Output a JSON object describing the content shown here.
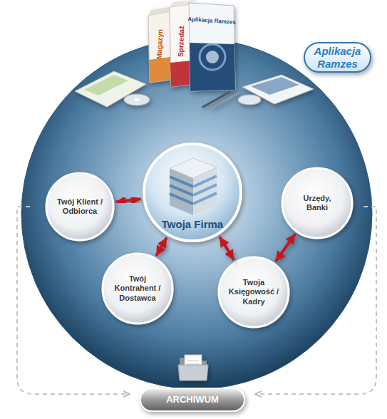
{
  "diagram": {
    "nodes": [
      {
        "text": [
          "Aplikacja Ramzes"
        ]
      },
      {
        "text": [
          "Twoja Firma"
        ]
      },
      {
        "text": [
          "Twój Klient / Odbiorca"
        ]
      },
      {
        "text": [
          "Urzędy, Banki"
        ]
      },
      {
        "text": [
          "Twój Kontrahent / Dostawca"
        ]
      },
      {
        "text": [
          "Twoja Księgowość / Kadry"
        ]
      },
      {
        "text": [
          "ARCHIWUM"
        ]
      }
    ],
    "edges": [
      {
        "from": 1,
        "to": 2,
        "arrow": "both"
      },
      {
        "from": 1,
        "to": 4,
        "arrow": "both"
      },
      {
        "from": 1,
        "to": 5,
        "arrow": "both"
      },
      {
        "from": 5,
        "to": 3,
        "arrow": "both"
      }
    ],
    "labels": [
      "Magazyn",
      "Sprzedaż",
      "Aplikacja Ramzes"
    ]
  }
}
